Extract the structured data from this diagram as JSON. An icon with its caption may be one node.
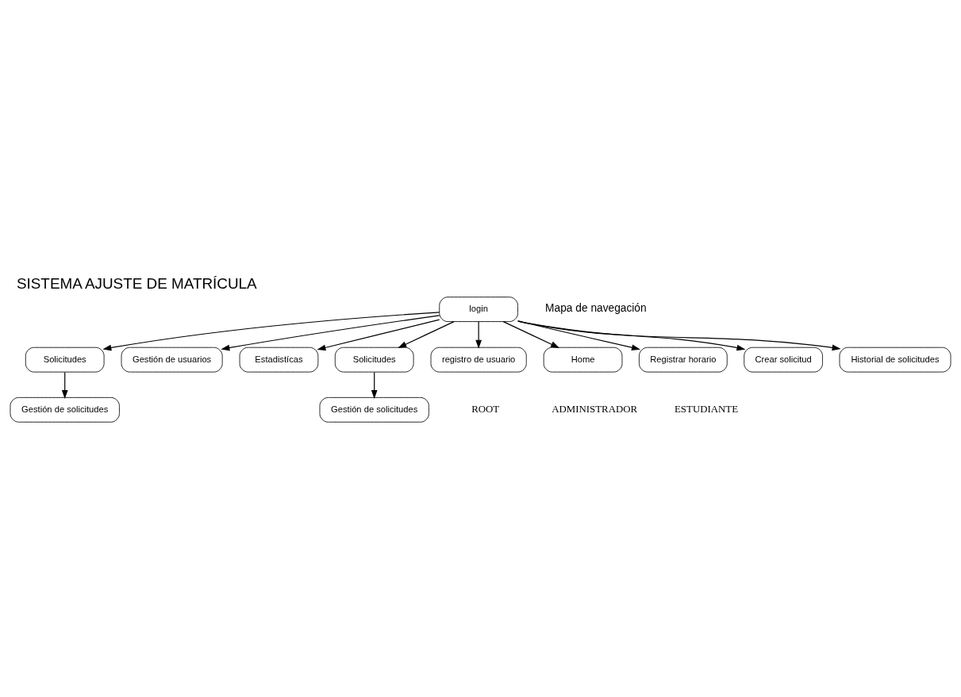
{
  "diagram": {
    "title": "SISTEMA AJUSTE DE MATRÍCULA",
    "nodes": [
      {
        "text": [
          "login"
        ]
      },
      {
        "text": [
          "Solicitudes"
        ]
      },
      {
        "text": [
          "Gestión de solicitudes"
        ]
      },
      {
        "text": [
          "Gestión de usuarios"
        ]
      },
      {
        "text": [
          "Estadistícas"
        ]
      },
      {
        "text": [
          "Solicitudes"
        ]
      },
      {
        "text": [
          "Gestión de solicitudes"
        ]
      },
      {
        "text": [
          "registro de usuario"
        ]
      },
      {
        "text": [
          "Home"
        ]
      },
      {
        "text": [
          "Registrar horario"
        ]
      },
      {
        "text": [
          "Crear solicitud"
        ]
      },
      {
        "text": [
          "Historial de solicitudes"
        ]
      }
    ],
    "edges": [
      {
        "from": 0,
        "to": 1,
        "arrow": "to"
      },
      {
        "from": 1,
        "to": 2,
        "arrow": "to"
      },
      {
        "from": 0,
        "to": 3,
        "arrow": "to"
      },
      {
        "from": 0,
        "to": 4,
        "arrow": "to"
      },
      {
        "from": 0,
        "to": 5,
        "arrow": "to"
      },
      {
        "from": 5,
        "to": 6,
        "arrow": "to"
      },
      {
        "from": 0,
        "to": 7,
        "arrow": "to"
      },
      {
        "from": 0,
        "to": 8,
        "arrow": "to"
      },
      {
        "from": 0,
        "to": 9,
        "arrow": "to"
      },
      {
        "from": 0,
        "to": 10,
        "arrow": "to"
      },
      {
        "from": 0,
        "to": 11,
        "arrow": "to"
      }
    ],
    "labels": [
      "Mapa de navegación",
      "ROOT",
      "ADMINISTRADOR",
      "ESTUDIANTE"
    ]
  }
}
